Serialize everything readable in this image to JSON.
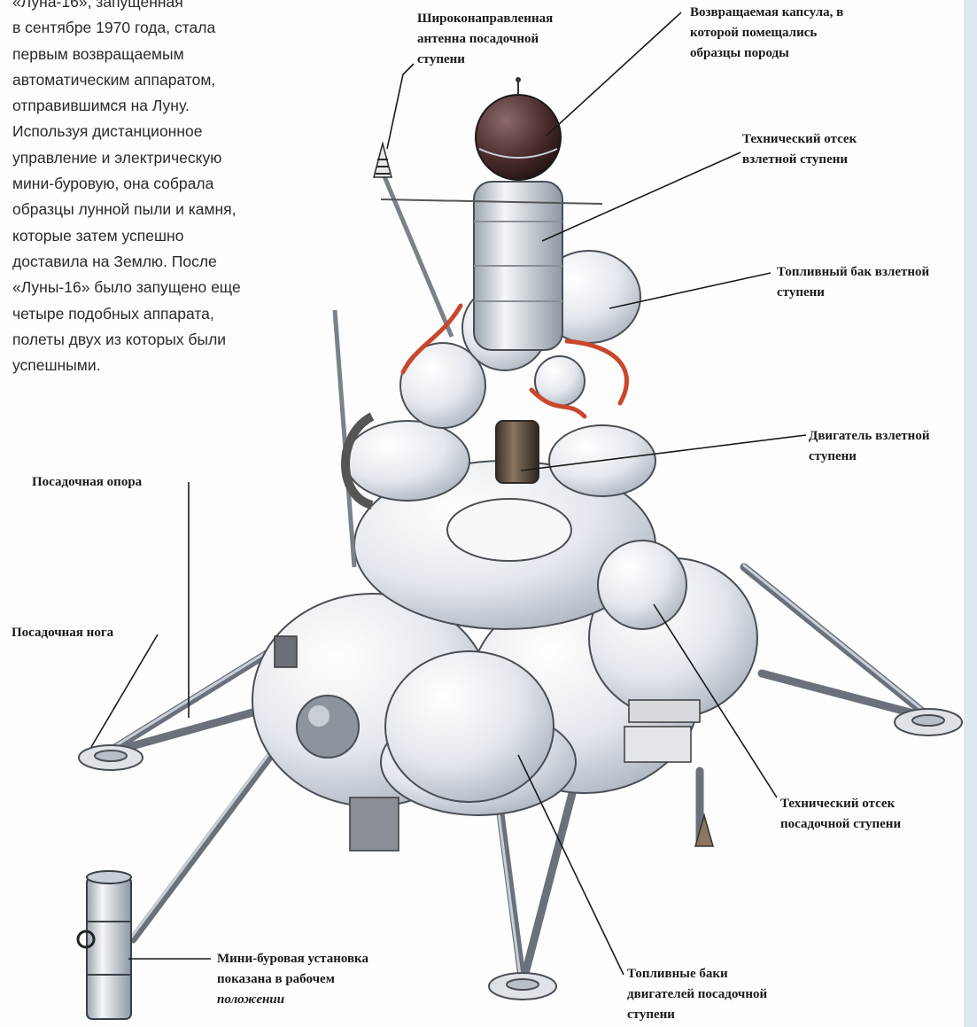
{
  "intro_lines": [
    "«Луна-16», запущенная",
    "в сентябре 1970 года, стала",
    "первым возвращаемым",
    "автоматическим аппаратом,",
    "отправившимся на Луну.",
    "Используя дистанционное",
    "управление и электрическую",
    "мини-буровую, она собрала",
    "образцы лунной пыли и камня,",
    "которые затем успешно",
    "доставила на Землю. После",
    "«Луны-16» было запущено еще",
    "четыре подобных аппарата,",
    "полеты двух из которых были",
    "успешными."
  ],
  "labels": {
    "antenna": [
      "Широконаправленная",
      "антенна посадочной",
      "ступени"
    ],
    "capsule": [
      "Возвращаемая капсула, в",
      "которой помещались",
      "образцы породы"
    ],
    "ascent_compartment": [
      "Технический отсек",
      "взлетной ступени"
    ],
    "ascent_tank": [
      "Топливный бак взлетной",
      "ступени"
    ],
    "ascent_engine": [
      "Двигатель взлетной",
      "ступени"
    ],
    "landing_support": [
      "Посадочная опора"
    ],
    "landing_leg": [
      "Посадочная нога"
    ],
    "descent_compartment": [
      "Технический отсек",
      "посадочной ступени"
    ],
    "drill": [
      "Мини-буровая установка",
      "показана в рабочем",
      "положении"
    ],
    "descent_tanks": [
      "Топливные баки",
      "двигателей посадочной",
      "ступени"
    ]
  },
  "colors": {
    "body_white": "#e9edf2",
    "body_shade": "#aeb6c0",
    "body_outline": "#4a4e55",
    "pipe_red": "#c9472c",
    "capsule_dark": "#4a2b2b",
    "pad_white": "#dfe3e8"
  }
}
